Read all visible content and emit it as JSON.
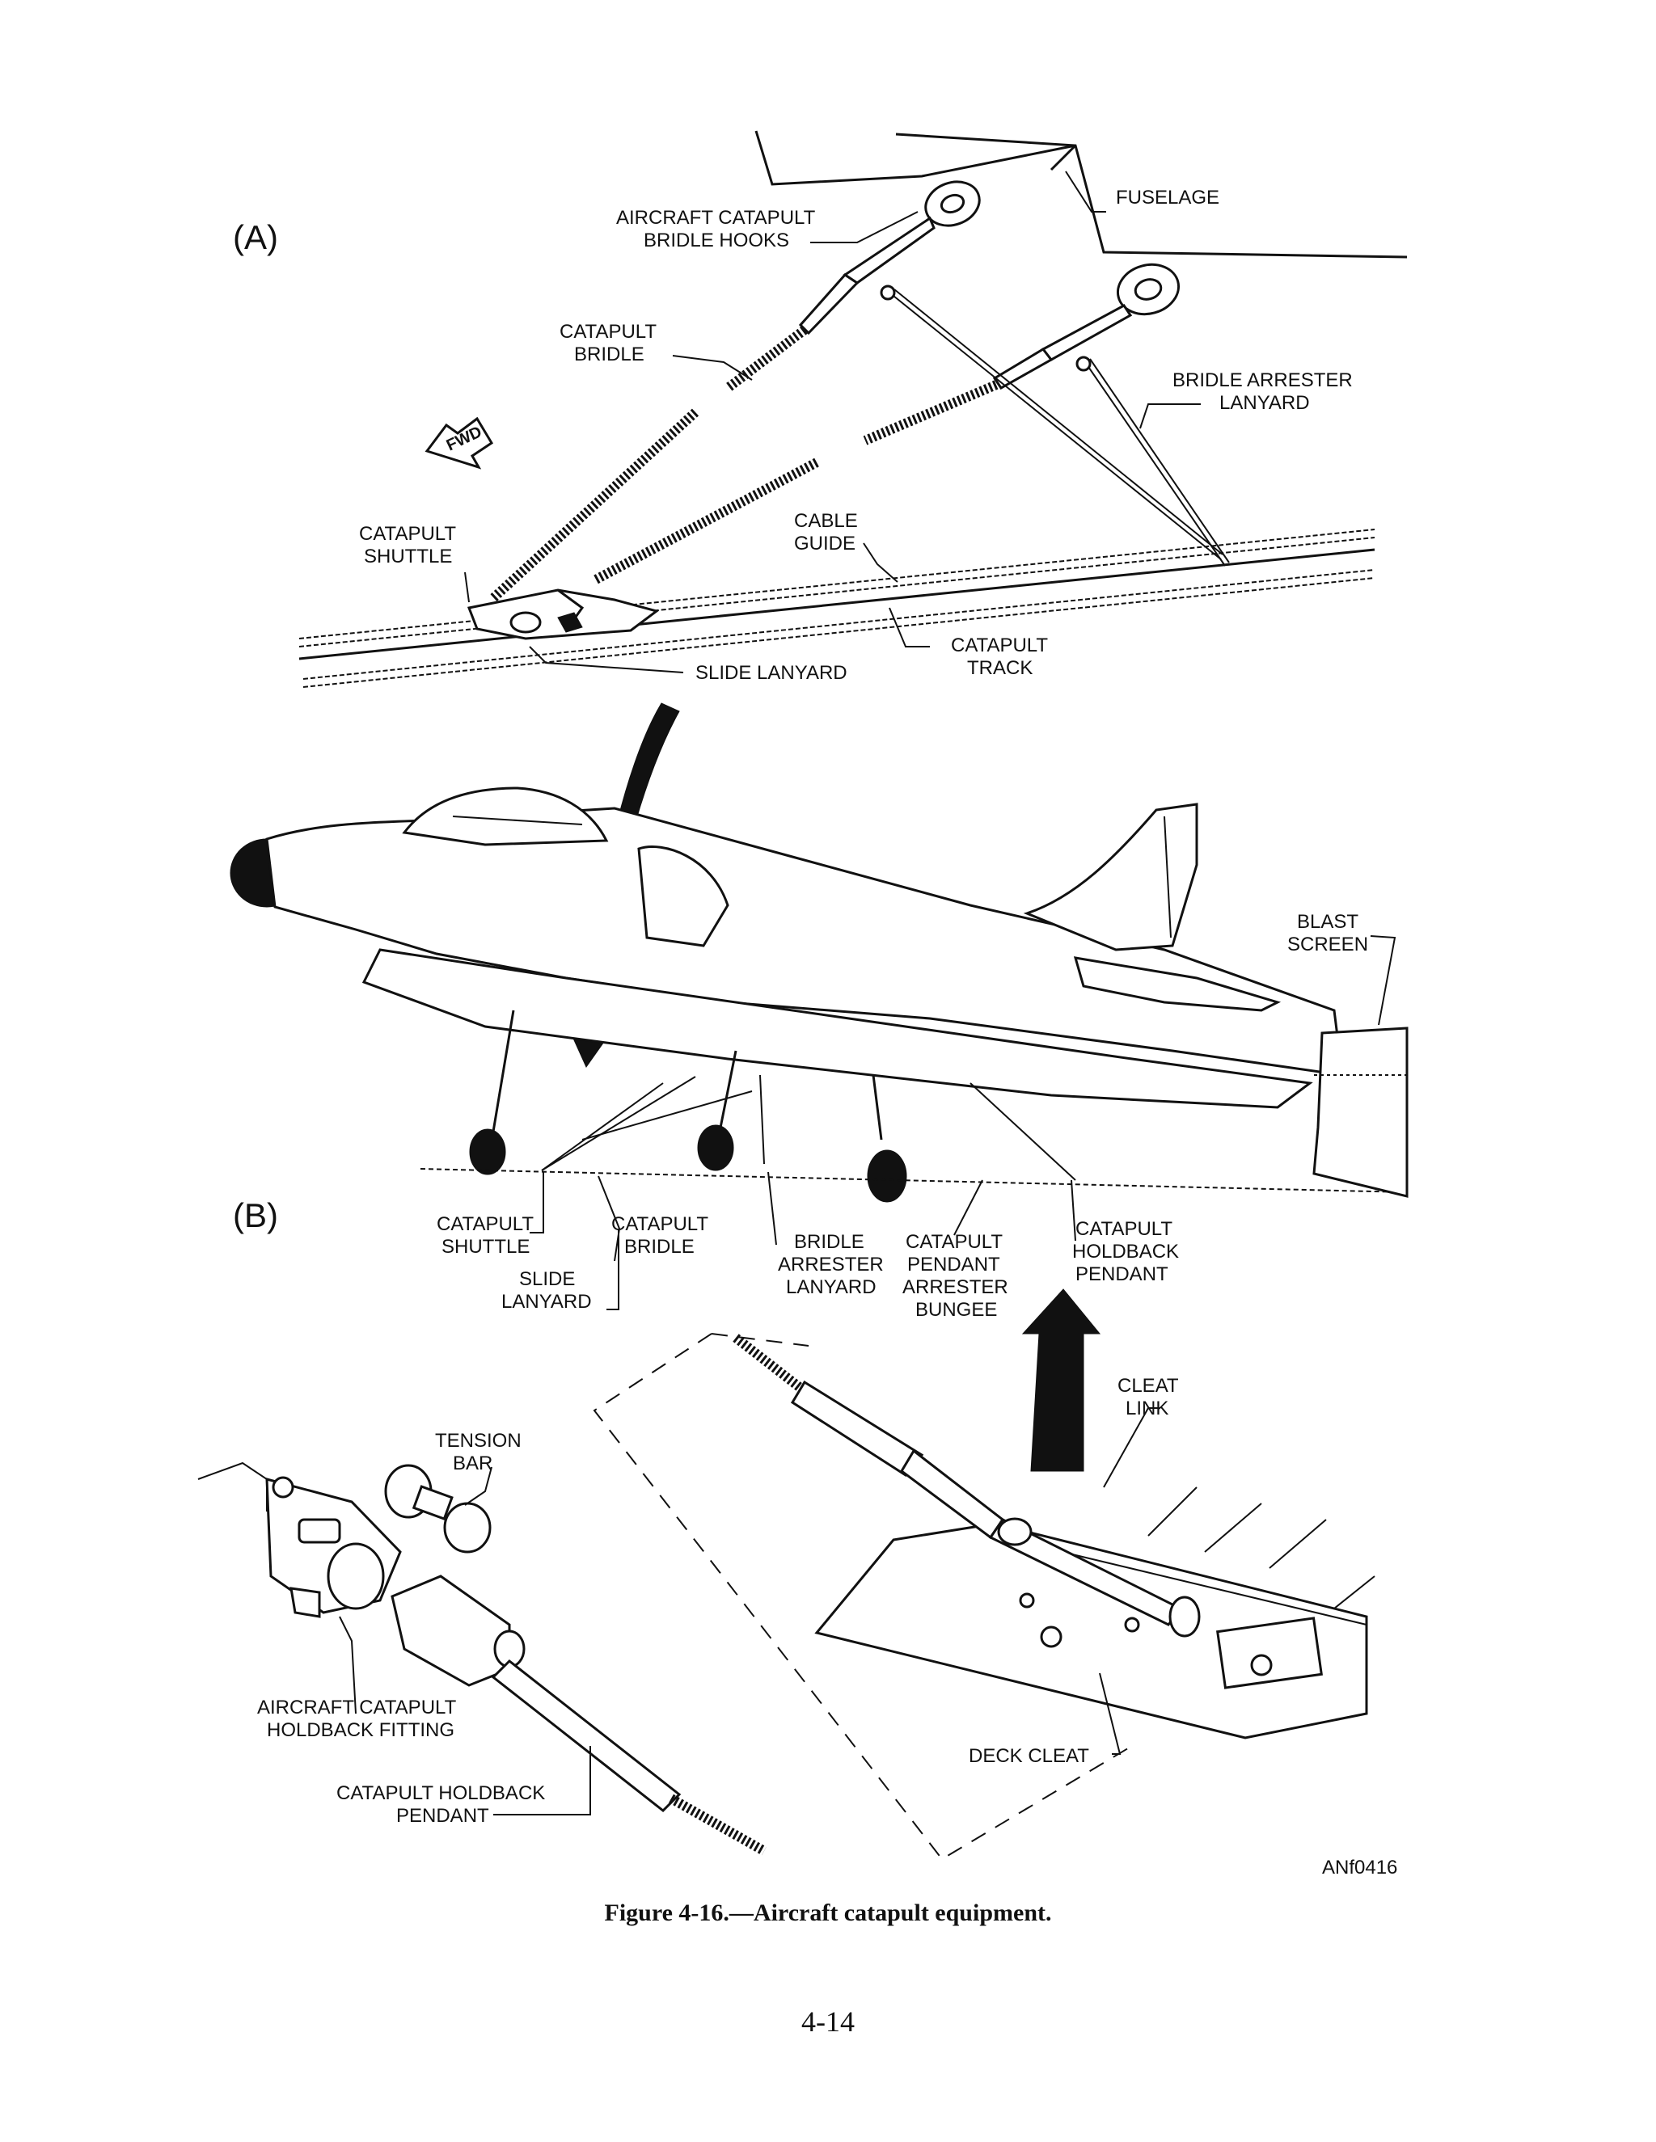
{
  "figure": {
    "caption": "Figure 4-16.—Aircraft catapult equipment.",
    "figure_id": "ANf0416",
    "page_number": "4-14"
  },
  "panel_a": {
    "section_label": "(A)",
    "fwd_marker": "FWD",
    "labels": {
      "fuselage": [
        "FUSELAGE"
      ],
      "bridle_hooks": [
        "AIRCRAFT CATAPULT",
        "BRIDLE HOOKS"
      ],
      "catapult_bridle": [
        "CATAPULT",
        "BRIDLE"
      ],
      "bridle_arrester_lanyard": [
        "BRIDLE ARRESTER",
        "LANYARD"
      ],
      "catapult_shuttle": [
        "CATAPULT",
        "SHUTTLE"
      ],
      "cable_guide": [
        "CABLE",
        "GUIDE"
      ],
      "catapult_track": [
        "CATAPULT",
        "TRACK"
      ],
      "slide_lanyard": [
        "SLIDE LANYARD"
      ]
    }
  },
  "panel_b": {
    "section_label": "(B)",
    "labels": {
      "blast_screen": [
        "BLAST",
        "SCREEN"
      ],
      "catapult_shuttle": [
        "CATAPULT",
        "SHUTTLE"
      ],
      "catapult_bridle": [
        "CATAPULT",
        "BRIDLE"
      ],
      "slide_lanyard": [
        "SLIDE",
        "LANYARD"
      ],
      "bridle_arrester_lanyard": [
        "BRIDLE",
        "ARRESTER",
        "LANYARD"
      ],
      "pendant_arrester_bungee": [
        "CATAPULT",
        "PENDANT",
        "ARRESTER",
        "BUNGEE"
      ],
      "holdback_pendant": [
        "CATAPULT",
        "HOLDBACK",
        "PENDANT"
      ]
    }
  },
  "panel_c": {
    "labels": {
      "cleat_link": [
        "CLEAT",
        "LINK"
      ],
      "tension_bar": [
        "TENSION",
        "BAR"
      ],
      "holdback_fitting": [
        "AIRCRAFT CATAPULT",
        "HOLDBACK FITTING"
      ],
      "holdback_pendant": [
        "CATAPULT HOLDBACK",
        "PENDANT"
      ],
      "deck_cleat": [
        "DECK CLEAT"
      ]
    }
  }
}
